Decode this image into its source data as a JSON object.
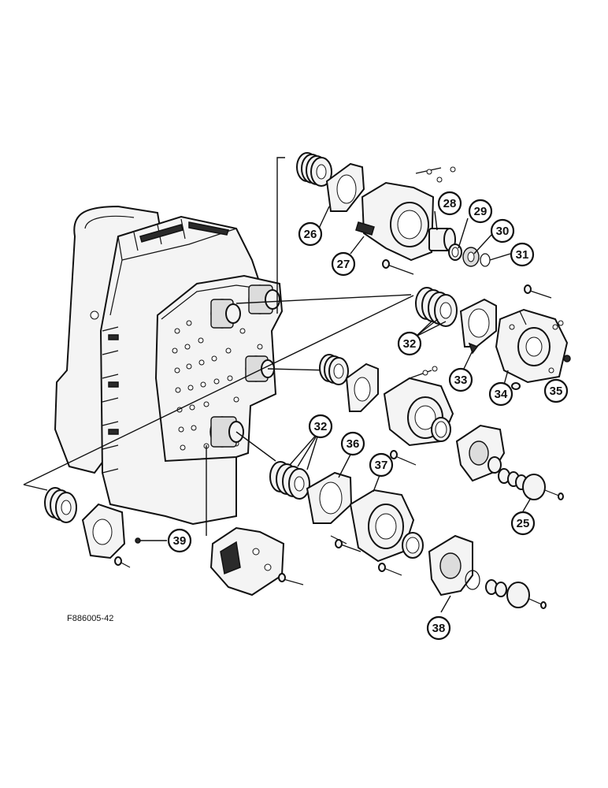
{
  "figure_code": "F886005-42",
  "callouts": {
    "c25": "25",
    "c26": "26",
    "c27": "27",
    "c28": "28",
    "c29": "29",
    "c30": "30",
    "c31": "31",
    "c32a": "32",
    "c32b": "32",
    "c33": "33",
    "c34": "34",
    "c35": "35",
    "c36": "36",
    "c37": "37",
    "c38": "38",
    "c39": "39"
  }
}
